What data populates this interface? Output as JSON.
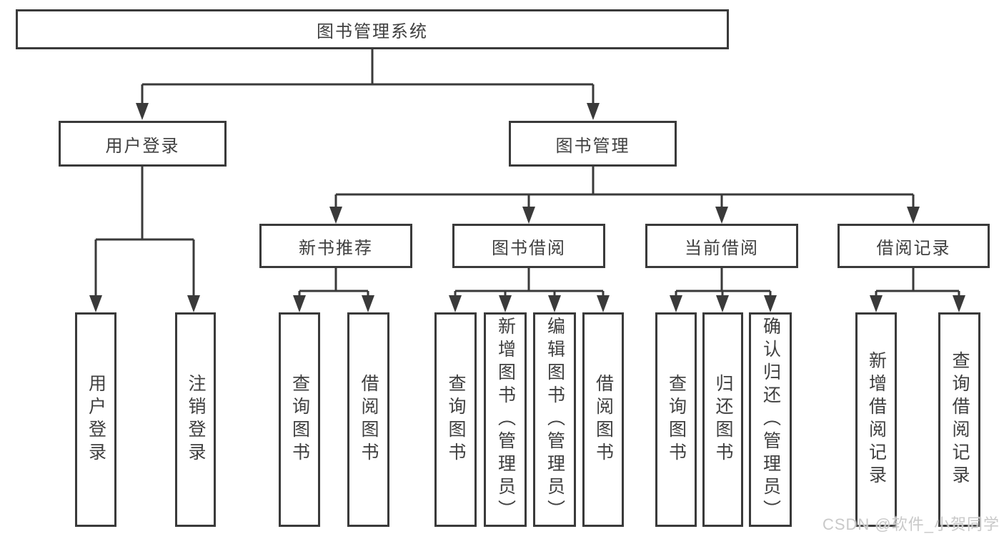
{
  "diagram": {
    "type": "hierarchy-tree",
    "root": {
      "label": "图书管理系统"
    },
    "level2": [
      {
        "label": "用户登录"
      },
      {
        "label": "图书管理"
      }
    ],
    "user_login_children": [
      {
        "label": "用户登录"
      },
      {
        "label": "注销登录"
      }
    ],
    "level3": [
      {
        "label": "新书推荐"
      },
      {
        "label": "图书借阅"
      },
      {
        "label": "当前借阅"
      },
      {
        "label": "借阅记录"
      }
    ],
    "new_book_children": [
      {
        "label": "查询图书"
      },
      {
        "label": "借阅图书"
      }
    ],
    "book_borrow_children": [
      {
        "label": "查询图书"
      },
      {
        "label": "新增图书（管理员）"
      },
      {
        "label": "编辑图书（管理员）"
      },
      {
        "label": "借阅图书"
      }
    ],
    "current_borrow_children": [
      {
        "label": "查询图书"
      },
      {
        "label": "归还图书"
      },
      {
        "label": "确认归还（管理员）"
      }
    ],
    "borrow_record_children": [
      {
        "label": "新增借阅记录"
      },
      {
        "label": "查询借阅记录"
      }
    ]
  },
  "watermark": "CSDN @软件_小贺同学",
  "colors": {
    "line": "#3a3a3a",
    "box_background": "#ffffff",
    "text": "#3f3f3f",
    "watermark": "#c9c9c9"
  }
}
